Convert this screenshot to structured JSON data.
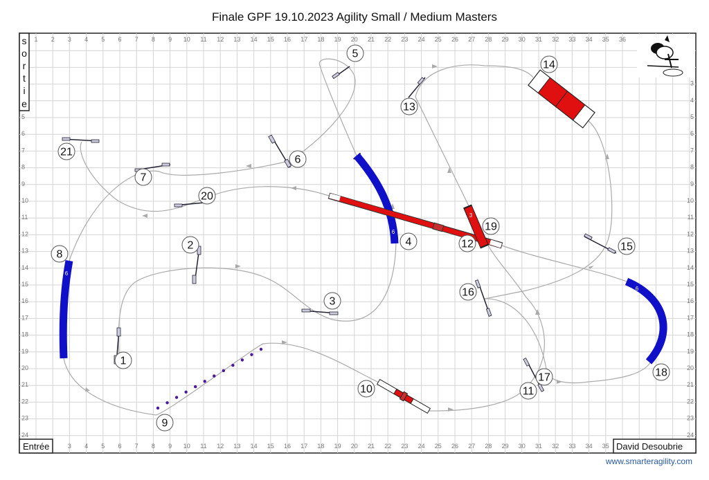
{
  "title": "Finale GPF 19.10.2023 Agility Small / Medium Masters",
  "exit_label": [
    "s",
    "o",
    "r",
    "t",
    "i",
    "e"
  ],
  "entry_label": "Entrée",
  "author": "David Desoubrie",
  "website": "www.smarteragility.com",
  "grid": {
    "top_cols": [
      "1",
      "2",
      "3",
      "4",
      "5",
      "6",
      "7",
      "8",
      "9",
      "10",
      "11",
      "12",
      "13",
      "14",
      "15",
      "16",
      "17",
      "18",
      "19",
      "20",
      "21",
      "22",
      "23",
      "24",
      "25",
      "26",
      "27",
      "28",
      "29",
      "30",
      "31",
      "32",
      "33",
      "34",
      "35",
      "36"
    ],
    "bottom_cols": [
      "3",
      "4",
      "5",
      "6",
      "7",
      "8",
      "9",
      "10",
      "11",
      "12",
      "13",
      "14",
      "15",
      "16",
      "17",
      "18",
      "19",
      "20",
      "21",
      "22",
      "23",
      "24",
      "25",
      "26",
      "27",
      "28",
      "29",
      "30",
      "31",
      "32",
      "33",
      "34",
      "35"
    ],
    "left_rows": [
      "5",
      "6",
      "7",
      "8",
      "9",
      "10",
      "11",
      "12",
      "13",
      "14",
      "15",
      "16",
      "17",
      "18",
      "19",
      "20",
      "21",
      "22",
      "23",
      "24"
    ],
    "right_rows": [
      "3",
      "4",
      "5",
      "6",
      "7",
      "8",
      "9",
      "10",
      "11",
      "12",
      "13",
      "14",
      "15",
      "16",
      "17",
      "18",
      "19",
      "20",
      "21",
      "22",
      "23",
      "24"
    ]
  },
  "obstacles": {
    "n1": "1",
    "n2": "2",
    "n3": "3",
    "n4": "4",
    "n5": "5",
    "n6": "6",
    "n7": "7",
    "n8": "8",
    "n9": "9",
    "n10": "10",
    "n11": "11",
    "n12": "12",
    "n13": "13",
    "n14": "14",
    "n15": "15",
    "n16": "16",
    "n17": "17",
    "n18": "18",
    "n19": "19",
    "n20": "20",
    "n21": "21"
  },
  "tunnel_lengths": {
    "t4": "6",
    "t8": "6",
    "t18": "6",
    "t19": "3"
  },
  "colors": {
    "tunnel": "#1010c8",
    "contact": "#e01010",
    "path": "#aaaaaa",
    "weave": "#4a1a9a"
  }
}
